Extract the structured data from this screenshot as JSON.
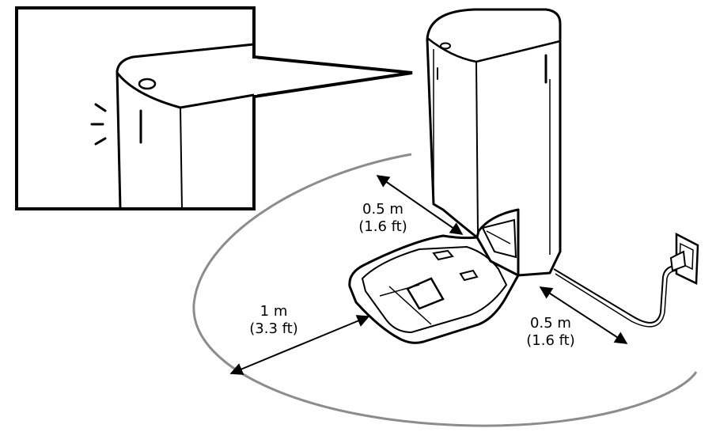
{
  "clearances": {
    "back": {
      "metric": "0.5 m",
      "imperial": "(1.6 ft)"
    },
    "front": {
      "metric": "1 m",
      "imperial": "(3.3 ft)"
    },
    "side": {
      "metric": "0.5 m",
      "imperial": "(1.6 ft)"
    }
  },
  "icons": [
    "robot-dock-station",
    "power-outlet",
    "detail-inset",
    "power-led-icon"
  ],
  "colors": {
    "line": "#000000",
    "clearance-area": "#8c8c8c",
    "background": "#ffffff"
  }
}
